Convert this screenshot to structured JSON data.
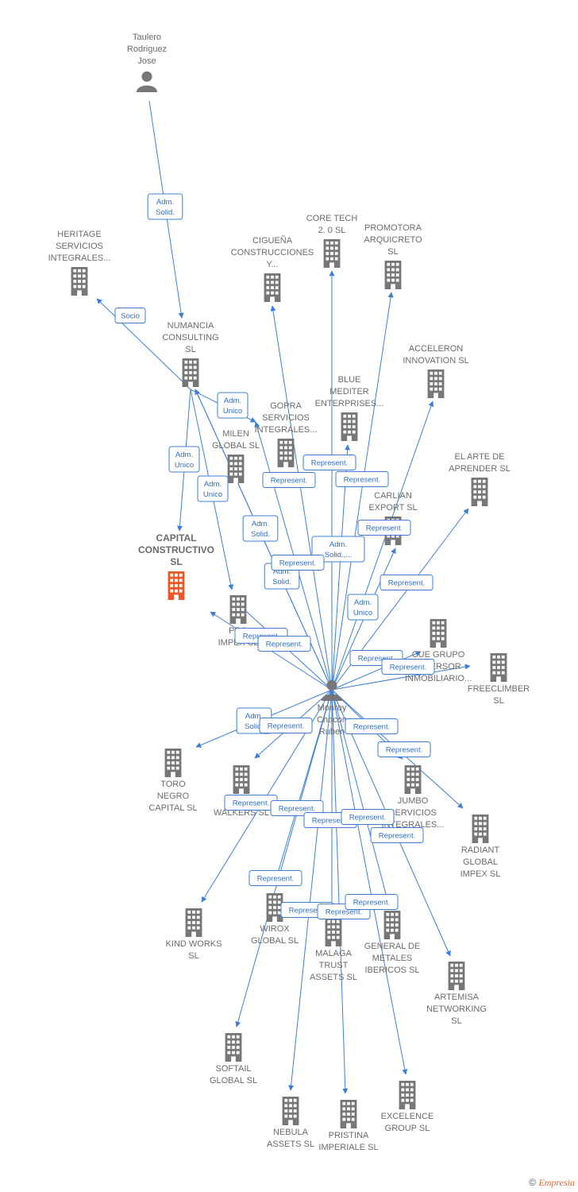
{
  "colors": {
    "edge": "#3d7fd6",
    "node": "#777777",
    "focus": "#e8582a",
    "label": "#6b6b6b"
  },
  "nodes": [
    {
      "id": "taulero",
      "type": "person",
      "label": [
        "Taulero",
        "Rodriguez",
        "Jose"
      ]
    },
    {
      "id": "monroy",
      "type": "person",
      "label": [
        "Monroy",
        "Chacon",
        "Ruben"
      ]
    },
    {
      "id": "heritage",
      "type": "company",
      "label": [
        "HERITAGE",
        "SERVICIOS",
        "INTEGRALES..."
      ]
    },
    {
      "id": "numancia",
      "type": "company",
      "label": [
        "NUMANCIA",
        "CONSULTING",
        "SL"
      ]
    },
    {
      "id": "capital",
      "type": "company",
      "focus": true,
      "label": [
        "CAPITAL",
        "CONSTRUCTIVO",
        "SL"
      ]
    },
    {
      "id": "ciguena",
      "type": "company",
      "label": [
        "CIGUEÑA",
        "CONSTRUCCIONES",
        "Y..."
      ]
    },
    {
      "id": "coretech",
      "type": "company",
      "label": [
        "CORE TECH",
        "2. 0  SL"
      ]
    },
    {
      "id": "promotora",
      "type": "company",
      "label": [
        "PROMOTORA",
        "ARQUICRETO",
        "SL"
      ]
    },
    {
      "id": "acceleron",
      "type": "company",
      "label": [
        "ACCELERON",
        "INNOVATION  SL"
      ]
    },
    {
      "id": "blue",
      "type": "company",
      "label": [
        "BLUE",
        "MEDITER",
        "ENTERPRISES..."
      ]
    },
    {
      "id": "gopra",
      "type": "company",
      "label": [
        "GOPRA",
        "SERVICIOS",
        "INTEGRALES..."
      ]
    },
    {
      "id": "milen",
      "type": "company",
      "label": [
        "MILEN",
        "GLOBAL  SL"
      ]
    },
    {
      "id": "elarte",
      "type": "company",
      "label": [
        "EL ARTE DE",
        "APRENDER  SL"
      ]
    },
    {
      "id": "carlian",
      "type": "company",
      "label": [
        "CARLIAN",
        "EXPORT SL"
      ]
    },
    {
      "id": "pro",
      "type": "company",
      "label": [
        "PRO",
        "IMPEX  SL"
      ]
    },
    {
      "id": "cue",
      "type": "company",
      "label": [
        "CUE GRUPO",
        "INVERSOR",
        "INMOBILIARIO..."
      ]
    },
    {
      "id": "freeclimber",
      "type": "company",
      "label": [
        "FREECLIMBER",
        "SL"
      ]
    },
    {
      "id": "toro",
      "type": "company",
      "label": [
        "TORO",
        "NEGRO",
        "CAPITAL  SL"
      ]
    },
    {
      "id": "walkers",
      "type": "company",
      "label": [
        "T",
        "WALKERS  SL"
      ]
    },
    {
      "id": "jumbo",
      "type": "company",
      "label": [
        "JUMBO",
        "SERVICIOS",
        "INTEGRALES..."
      ]
    },
    {
      "id": "radiant",
      "type": "company",
      "label": [
        "RADIANT",
        "GLOBAL",
        "IMPEX  SL"
      ]
    },
    {
      "id": "kindworks",
      "type": "company",
      "label": [
        "KIND WORKS",
        "SL"
      ]
    },
    {
      "id": "wirox",
      "type": "company",
      "label": [
        "WIROX",
        "GLOBAL  SL"
      ]
    },
    {
      "id": "malaga",
      "type": "company",
      "label": [
        "MALAGA",
        "TRUST",
        "ASSETS  SL"
      ]
    },
    {
      "id": "general",
      "type": "company",
      "label": [
        "GENERAL DE",
        "METALES",
        "IBERICOS  SL"
      ]
    },
    {
      "id": "artemisa",
      "type": "company",
      "label": [
        "ARTEMISA",
        "NETWORKING",
        "SL"
      ]
    },
    {
      "id": "softail",
      "type": "company",
      "label": [
        "SOFTAIL",
        "GLOBAL  SL"
      ]
    },
    {
      "id": "nebula",
      "type": "company",
      "label": [
        "NEBULA",
        "ASSETS  SL"
      ]
    },
    {
      "id": "pristina",
      "type": "company",
      "label": [
        "PRISTINA",
        "IMPERIALE  SL"
      ]
    },
    {
      "id": "excelence",
      "type": "company",
      "label": [
        "EXCELENCE",
        "GROUP  SL"
      ]
    }
  ],
  "edges": [
    {
      "from": "taulero",
      "to": "numancia",
      "label": [
        "Adm.",
        "Solid."
      ]
    },
    {
      "from": "numancia",
      "to": "heritage",
      "label": [
        "Socio"
      ]
    },
    {
      "from": "numancia",
      "to": "gopra",
      "label": [
        "Adm.",
        "Unico"
      ]
    },
    {
      "from": "numancia",
      "to": "capital",
      "label": [
        "Adm.",
        "Unico"
      ]
    },
    {
      "from": "numancia",
      "to": "pro",
      "label": [
        "Adm.",
        "Unico"
      ]
    },
    {
      "from": "monroy",
      "to": "numancia",
      "label": [
        "Adm.",
        "Solid."
      ]
    },
    {
      "from": "monroy",
      "to": "milen",
      "label": [
        "Adm.",
        "Solid."
      ]
    },
    {
      "from": "monroy",
      "to": "ciguena",
      "label": [
        "Represent."
      ]
    },
    {
      "from": "monroy",
      "to": "gopra",
      "label": [
        "Represent."
      ]
    },
    {
      "from": "monroy",
      "to": "coretech",
      "label": [
        "Represent."
      ]
    },
    {
      "from": "monroy",
      "to": "blue",
      "label": [
        "Adm.",
        "Solid.,..."
      ]
    },
    {
      "from": "monroy",
      "to": "promotora",
      "label": [
        "Represent."
      ]
    },
    {
      "from": "monroy",
      "to": "carlian",
      "label": [
        "Represent."
      ]
    },
    {
      "from": "monroy",
      "to": "acceleron",
      "label": [
        "Adm.",
        "Unico"
      ]
    },
    {
      "from": "monroy",
      "to": "elarte",
      "label": [
        "Represent."
      ]
    },
    {
      "from": "monroy",
      "to": "pro",
      "label": [
        "Represent."
      ]
    },
    {
      "from": "monroy",
      "to": "pro",
      "label": [
        "Represent."
      ]
    },
    {
      "from": "monroy",
      "to": "cue",
      "label": [
        "Represent."
      ]
    },
    {
      "from": "monroy",
      "to": "freeclimber",
      "label": [
        "Represent."
      ]
    },
    {
      "from": "monroy",
      "to": "toro",
      "label": [
        "Adm.",
        "Solid."
      ]
    },
    {
      "from": "monroy",
      "to": "walkers",
      "label": [
        "Represent."
      ]
    },
    {
      "from": "monroy",
      "to": "jumbo",
      "label": [
        "Represent."
      ]
    },
    {
      "from": "monroy",
      "to": "radiant",
      "label": [
        "Represent."
      ]
    },
    {
      "from": "monroy",
      "to": "kindworks",
      "label": [
        "Represent."
      ]
    },
    {
      "from": "monroy",
      "to": "wirox",
      "label": [
        "Represent."
      ]
    },
    {
      "from": "monroy",
      "to": "malaga",
      "label": [
        "Represent."
      ]
    },
    {
      "from": "monroy",
      "to": "general",
      "label": [
        "Represent."
      ]
    },
    {
      "from": "monroy",
      "to": "artemisa",
      "label": [
        "Represent."
      ]
    },
    {
      "from": "monroy",
      "to": "softail",
      "label": [
        "Represent."
      ]
    },
    {
      "from": "monroy",
      "to": "nebula",
      "label": [
        "Represent."
      ]
    },
    {
      "from": "monroy",
      "to": "pristina",
      "label": [
        "Represent."
      ]
    },
    {
      "from": "monroy",
      "to": "excelence",
      "label": [
        "Represent."
      ]
    }
  ],
  "footer": {
    "copyright": "©",
    "brand": "Empresia"
  }
}
